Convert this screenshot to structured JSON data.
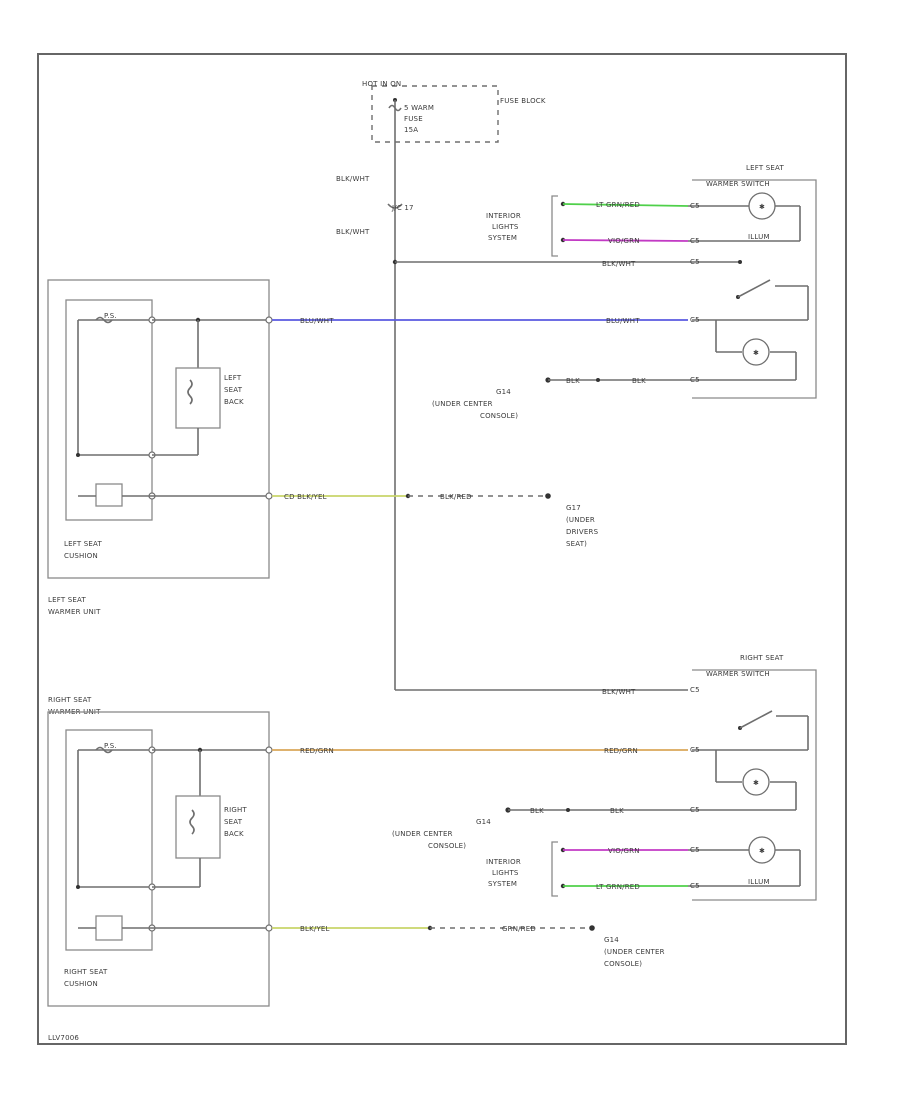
{
  "fuse": {
    "feed": "HOT IN ON",
    "name_line1": "5 WARM",
    "name_line2": "FUSE",
    "name_line3": "15A",
    "block": "FUSE BLOCK"
  },
  "splice": "J/C 17",
  "feed_wires": [
    "BLK/WHT",
    "BLK/WHT"
  ],
  "left_switch": {
    "title_line1": "LEFT SEAT",
    "title_line2": "WARMER SWITCH",
    "illum": "ILLUM",
    "conn_labels": [
      "C5",
      "C5",
      "C5",
      "C5",
      "C5"
    ]
  },
  "right_switch": {
    "title_line1": "RIGHT SEAT",
    "title_line2": "WARMER SWITCH",
    "illum": "ILLUM",
    "conn_labels": [
      "C5",
      "C5",
      "C5",
      "C5",
      "C5"
    ]
  },
  "interior_lights": {
    "line1": "INTERIOR",
    "line2": "LIGHTS",
    "line3": "SYSTEM"
  },
  "wires": {
    "lt_grn_red": "LT GRN/RED",
    "vio_grn": "VIO/GRN",
    "blk_wht": "BLK/WHT",
    "blu_wht": "BLU/WHT",
    "blk": "BLK",
    "red_grn": "RED/GRN",
    "blk_red": "BLK/RED",
    "blk_yel": "BLK/YEL",
    "gry_red": "GRN/RED",
    "cd_blk_yel": "CD BLK/YEL"
  },
  "grounds": {
    "g14_a": [
      "G14",
      "(UNDER CENTER",
      "CONSOLE)"
    ],
    "g17": [
      "G17",
      "(UNDER",
      "DRIVERS",
      "SEAT)"
    ],
    "g14_b": [
      "G14",
      "(UNDER CENTER",
      "CONSOLE)"
    ],
    "g14_c": [
      "G14",
      "(UNDER CENTER",
      "CONSOLE)"
    ]
  },
  "left_unit": {
    "back_line1": "LEFT",
    "back_line2": "SEAT",
    "back_line3": "BACK",
    "cushion_line1": "LEFT SEAT",
    "cushion_line2": "CUSHION",
    "unit_line1": "LEFT SEAT",
    "unit_line2": "WARMER UNIT",
    "thermo": "P.S."
  },
  "right_unit": {
    "back_line1": "RIGHT",
    "back_line2": "SEAT",
    "back_line3": "BACK",
    "cushion_line1": "RIGHT SEAT",
    "cushion_line2": "CUSHION",
    "unit_line1": "RIGHT SEAT",
    "unit_line2": "WARMER UNIT",
    "thermo": "P.S."
  },
  "footer_id": "LLV7006",
  "colors": {
    "lt_grn_red": "#4fd04a",
    "vio_grn": "#c23ac4",
    "blu_wht": "#5a5ae0",
    "red_grn": "#d9a75a",
    "blk_yel": "#c8d46a"
  }
}
